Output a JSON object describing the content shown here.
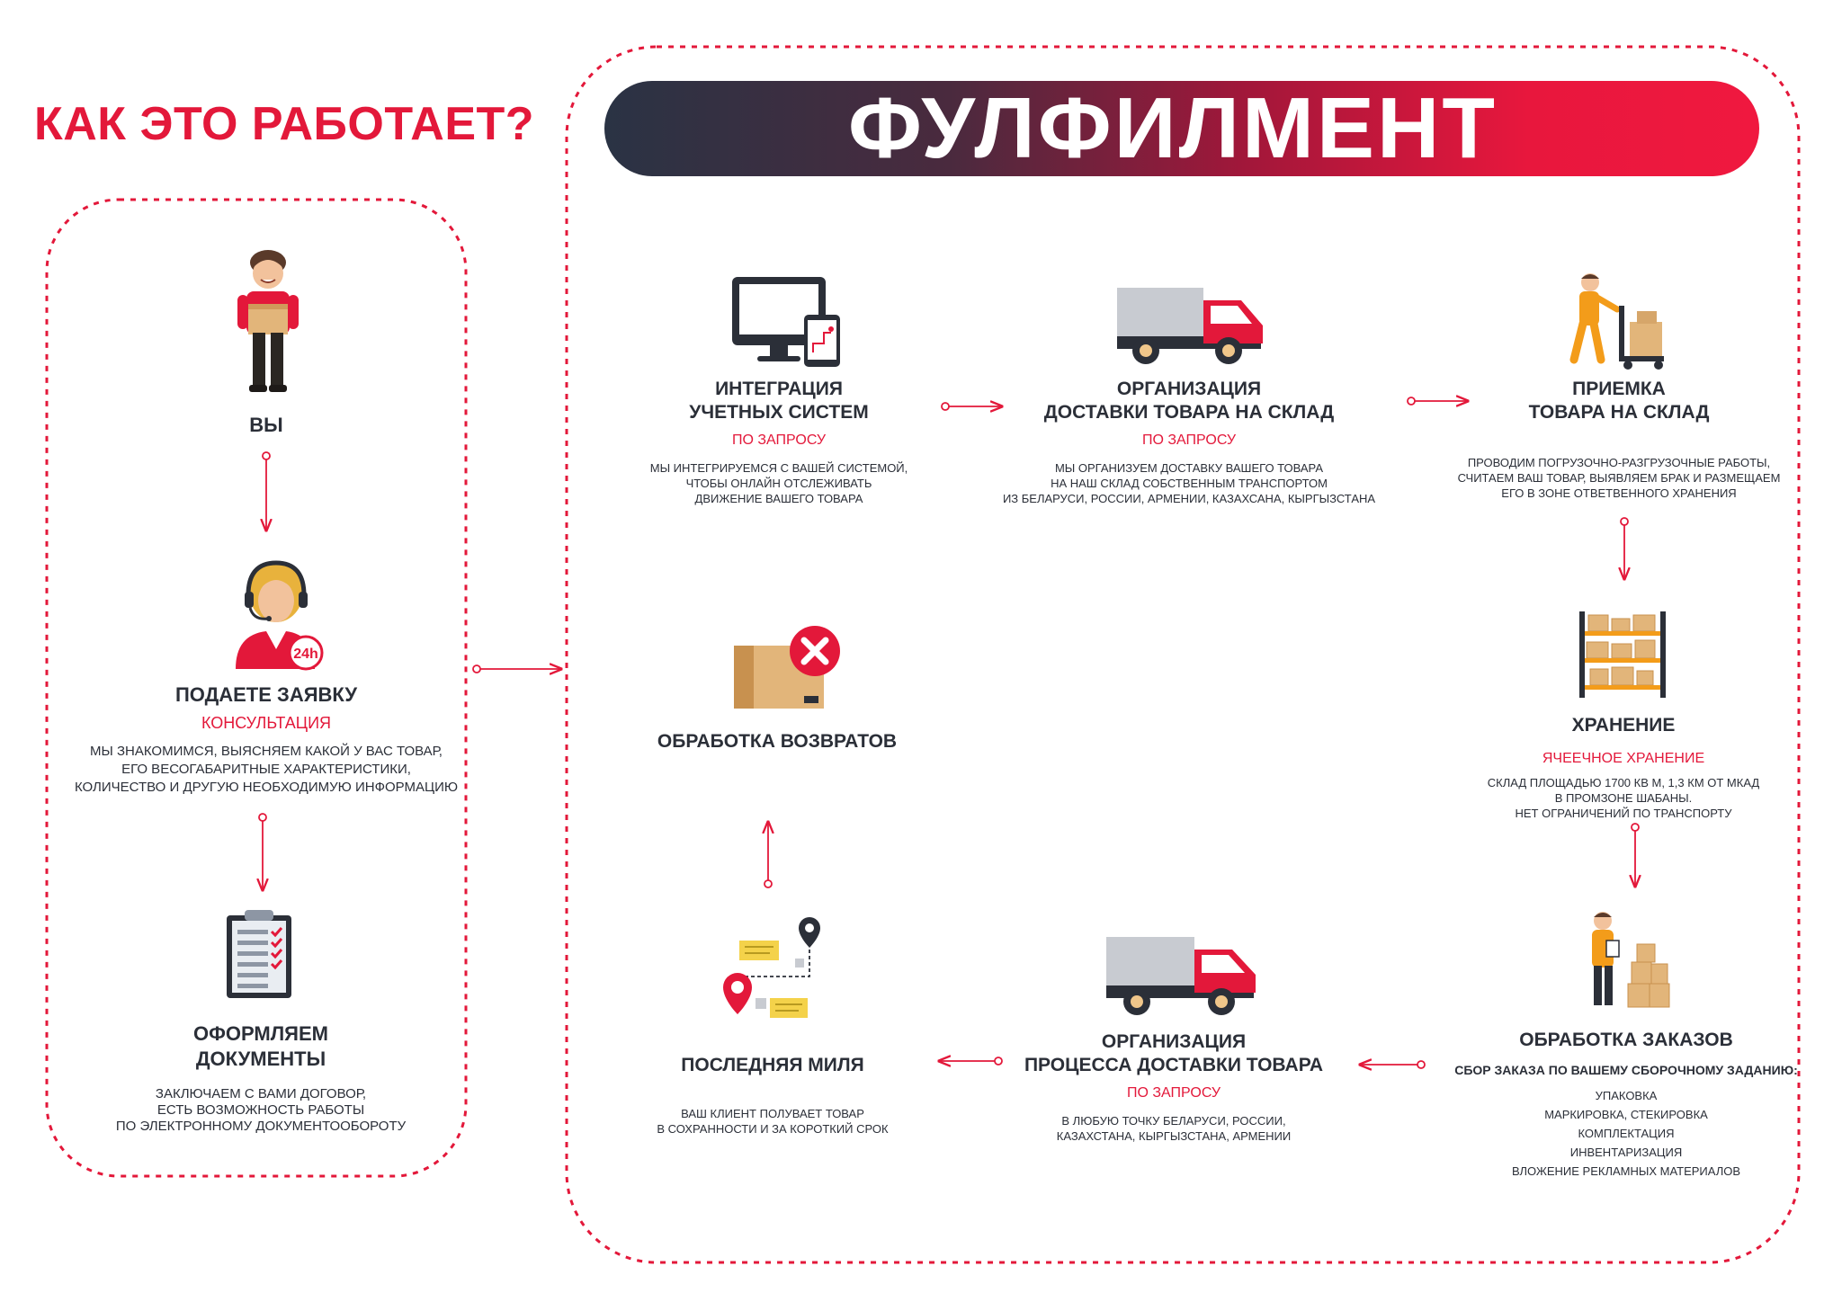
{
  "header": {
    "title": "КАК ЭТО РАБОТАЕТ?",
    "banner": "ФУЛФИЛМЕНТ"
  },
  "colors": {
    "accent": "#e3183a",
    "dark": "#2b2f38",
    "banner_start": "#2a3344",
    "banner_end": "#f0183f"
  },
  "left": {
    "you": {
      "title": "ВЫ",
      "icon": "person-with-box-icon"
    },
    "request": {
      "title": "ПОДАЕТЕ ЗАЯВКУ",
      "subtitle": "КОНСУЛЬТАЦИЯ",
      "icon": "support-operator-24h-icon",
      "icon_badge": "24h",
      "desc": [
        "МЫ ЗНАКОМИМСЯ, ВЫЯСНЯЕМ КАКОЙ У ВАС ТОВАР,",
        "ЕГО ВЕСОГАБАРИТНЫЕ ХАРАКТЕРИСТИКИ,",
        "КОЛИЧЕСТВО И ДРУГУЮ НЕОБХОДИМУЮ ИНФОРМАЦИЮ"
      ]
    },
    "documents": {
      "title": [
        "ОФОРМЛЯЕМ",
        "ДОКУМЕНТЫ"
      ],
      "icon": "clipboard-checklist-icon",
      "desc": [
        "ЗАКЛЮЧАЕМ С ВАМИ ДОГОВОР,",
        "ЕСТЬ ВОЗМОЖНОСТЬ  РАБОТЫ",
        "ПО ЭЛЕКТРОННОМУ ДОКУМЕНТООБОРОТУ"
      ]
    }
  },
  "steps": {
    "integration": {
      "title": [
        "ИНТЕГРАЦИЯ",
        "УЧЕТНЫХ СИСТЕМ"
      ],
      "subtitle": "ПО ЗАПРОСУ",
      "icon": "monitor-tablet-icon",
      "desc": [
        "МЫ ИНТЕГРИРУЕМСЯ С ВАШЕЙ СИСТЕМОЙ,",
        "ЧТОБЫ ОНЛАЙН ОТСЛЕЖИВАТЬ",
        "ДВИЖЕНИЕ ВАШЕГО ТОВАРА"
      ]
    },
    "delivery_to_warehouse": {
      "title": [
        "ОРГАНИЗАЦИЯ",
        "ДОСТАВКИ ТОВАРА НА СКЛАД"
      ],
      "subtitle": "ПО ЗАПРОСУ",
      "icon": "truck-icon",
      "desc": [
        "МЫ ОРГАНИЗУЕМ ДОСТАВКУ ВАШЕГО ТОВАРА",
        "НА НАШ СКЛАД  СОБСТВЕННЫМ ТРАНСПОРТОМ",
        "ИЗ БЕЛАРУСИ, РОССИИ,  АРМЕНИИ, КАЗАХСАНА, КЫРГЫЗСТАНА"
      ]
    },
    "receiving": {
      "title": [
        "ПРИЕМКА",
        "ТОВАРА НА СКЛАД"
      ],
      "icon": "worker-pallet-jack-icon",
      "desc": [
        "ПРОВОДИМ ПОГРУЗОЧНО-РАЗГРУЗОЧНЫЕ РАБОТЫ,",
        "СЧИТАЕМ ВАШ ТОВАР, ВЫЯВЛЯЕМ БРАК И РАЗМЕЩАЕМ",
        "ЕГО В ЗОНЕ ОТВЕТВЕННОГО ХРАНЕНИЯ"
      ]
    },
    "storage": {
      "title": [
        "ХРАНЕНИЕ"
      ],
      "subtitle": "ЯЧЕЕЧНОЕ ХРАНЕНИЕ",
      "icon": "warehouse-shelves-icon",
      "desc": [
        "СКЛАД ПЛОЩАДЬЮ 1700 КВ М, 1,3 КМ ОТ МКАД",
        "В ПРОМЗОНЕ ШАБАНЫ.",
        "НЕТ ОГРАНИЧЕНИЙ ПО ТРАНСПОРТУ"
      ]
    },
    "order_processing": {
      "title": [
        "ОБРАБОТКА ЗАКАЗОВ"
      ],
      "subtitle": "СБОР ЗАКАЗА ПО ВАШЕМУ СБОРОЧНОМУ ЗАДАНИЮ:",
      "icon": "worker-with-boxes-icon",
      "desc": [
        "УПАКОВКА",
        "МАРКИРОВКА, СТЕКИРОВКА",
        "КОМПЛЕКТАЦИЯ",
        "ИНВЕНТАРИЗАЦИЯ",
        "ВЛОЖЕНИЕ РЕКЛАМНЫХ МАТЕРИАЛОВ"
      ]
    },
    "delivery_process": {
      "title": [
        "ОРГАНИЗАЦИЯ",
        "ПРОЦЕССА ДОСТАВКИ ТОВАРА"
      ],
      "subtitle": "ПО ЗАПРОСУ",
      "icon": "truck-icon",
      "desc": [
        "В ЛЮБУЮ ТОЧКУ БЕЛАРУСИ, РОССИИ,",
        "КАЗАХСТАНА, КЫРГЫЗСТАНА, АРМЕНИИ"
      ]
    },
    "last_mile": {
      "title": [
        "ПОСЛЕДНЯЯ МИЛЯ"
      ],
      "icon": "route-map-pins-icon",
      "desc": [
        "ВАШ КЛИЕНТ ПОЛУВАЕТ ТОВАР",
        "В СОХРАННОСТИ И ЗА КОРОТКИЙ СРОК"
      ]
    },
    "returns": {
      "title": [
        "ОБРАБОТКА ВОЗВРАТОВ"
      ],
      "icon": "box-rejected-icon"
    }
  }
}
